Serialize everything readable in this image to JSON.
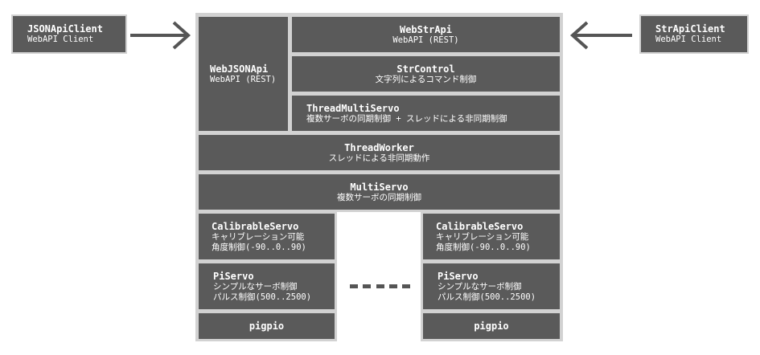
{
  "clients": {
    "left": {
      "name": "JSONApiClient",
      "desc": "WebAPI Client"
    },
    "right": {
      "name": "StrApiClient",
      "desc": "WebAPI Client"
    }
  },
  "layers": {
    "webjsonapi": {
      "name": "WebJSONApi",
      "desc": "WebAPI (REST)"
    },
    "webstrapi": {
      "name": "WebStrApi",
      "desc": "WebAPI (REST)"
    },
    "strcontrol": {
      "name": "StrControl",
      "desc": "文字列によるコマンド制御"
    },
    "threadmultiservo": {
      "name": "ThreadMultiServo",
      "desc": "複数サーボの同期制御 + スレッドによる非同期制御"
    },
    "threadworker": {
      "name": "ThreadWorker",
      "desc": "スレッドによる非同期動作"
    },
    "multiservo": {
      "name": "MultiServo",
      "desc": "複数サーボの同期制御"
    }
  },
  "stacks": [
    {
      "calibrable": {
        "name": "CalibrableServo",
        "desc1": "キャリブレーション可能",
        "desc2": "角度制御(-90..0..90)"
      },
      "piservo": {
        "name": "PiServo",
        "desc1": "シンプルなサーボ制御",
        "desc2": "パルス制御(500..2500)"
      },
      "pigpio": {
        "name": "pigpio"
      }
    },
    {
      "calibrable": {
        "name": "CalibrableServo",
        "desc1": "キャリブレーション可能",
        "desc2": "角度制御(-90..0..90)"
      },
      "piservo": {
        "name": "PiServo",
        "desc1": "シンプルなサーボ制御",
        "desc2": "パルス制御(500..2500)"
      },
      "pigpio": {
        "name": "pigpio"
      }
    }
  ],
  "colors": {
    "box_fill": "#5a5a5a",
    "border": "#d2d2d2",
    "arrow": "#555555",
    "text": "#ffffff"
  }
}
